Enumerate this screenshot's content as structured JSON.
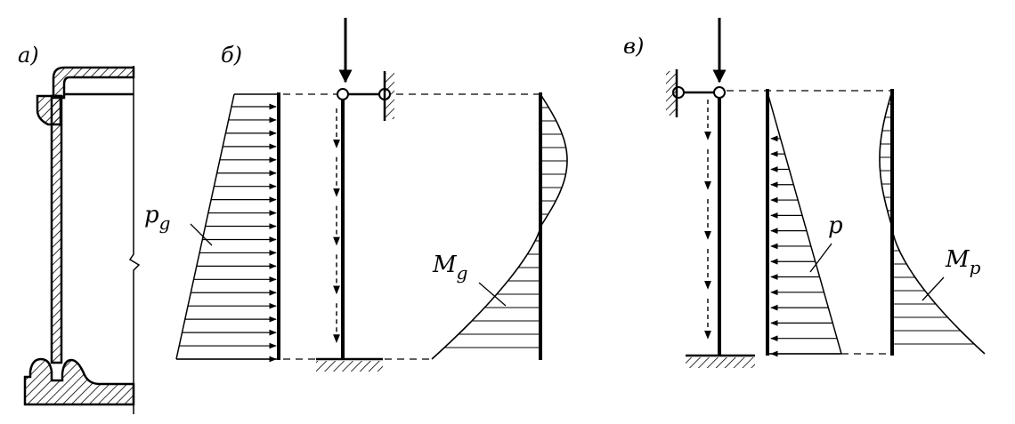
{
  "panels": {
    "a": {
      "label": "а)"
    },
    "b": {
      "label": "б)",
      "load_label_main": "p",
      "load_label_sub": "g",
      "moment_label_main": "M",
      "moment_label_sub": "g"
    },
    "v": {
      "label": "в)",
      "load_label_main": "p",
      "moment_label_main": "M",
      "moment_label_sub": "p"
    }
  }
}
